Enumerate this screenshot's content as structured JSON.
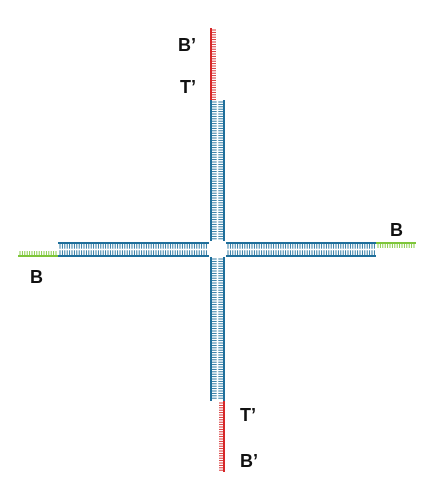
{
  "labels": {
    "top_b_prime": "B’",
    "top_t_prime": "T’",
    "right_b": "B",
    "left_b": "B",
    "bottom_t_prime": "T’",
    "bottom_b_prime": "B’"
  },
  "colors": {
    "duplex": "#1f6f9b",
    "red_overhang": "#d62728",
    "green_overhang": "#7ec63a",
    "background": "#ffffff",
    "text": "#111111"
  },
  "structure": {
    "type": "four-way junction",
    "arms": [
      "top",
      "right",
      "bottom",
      "left"
    ],
    "overhangs": [
      {
        "arm": "top",
        "color": "red",
        "label": "B’"
      },
      {
        "arm": "bottom",
        "color": "red",
        "label": "B’"
      },
      {
        "arm": "right",
        "color": "green",
        "label": "B"
      },
      {
        "arm": "left",
        "color": "green",
        "label": "B"
      }
    ]
  }
}
